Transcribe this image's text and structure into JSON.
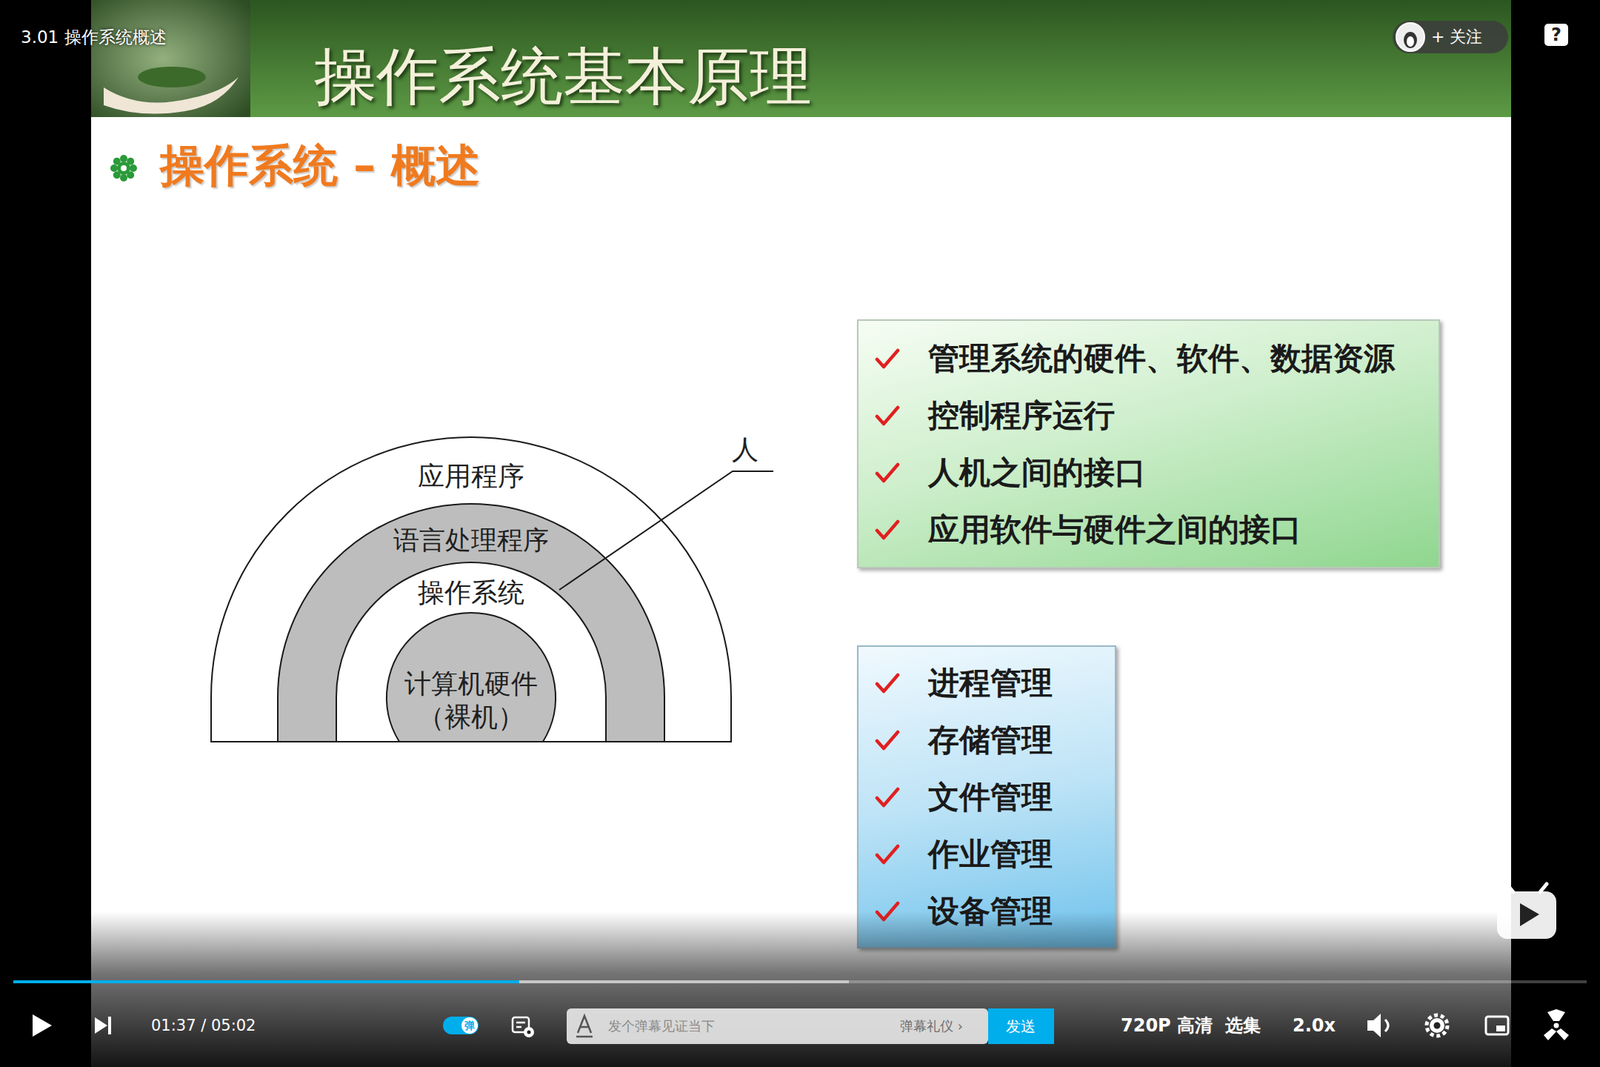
{
  "diagram": {
    "title": "操作系统基本原理",
    "nodes": [
      {
        "text": [
          "应用程序"
        ]
      },
      {
        "text": [
          "语言处理程序"
        ],
        "in": 0
      },
      {
        "text": [
          "操作系统"
        ],
        "in": 1
      },
      {
        "text": [
          "计算机硬件 （裸机）"
        ],
        "in": 2
      },
      {
        "text": [
          "管理系统的硬件、软件、数据资源",
          "控制程序运行",
          "人机之间的接口",
          "应用软件与硬件之间的接口"
        ]
      },
      {
        "text": [
          "进程管理",
          "存储管理",
          "文件管理",
          "作业管理",
          "设备管理"
        ]
      }
    ],
    "labels": [
      "3.01 操作系统概述",
      "+ 关注",
      "?",
      "操作系统 – 概述",
      "人",
      "弹",
      "01:37 / 05:02",
      "发个弹幕见证当下",
      "弹幕礼仪 ›",
      "发送",
      "720P 高清",
      "选集",
      "2.0x"
    ]
  }
}
